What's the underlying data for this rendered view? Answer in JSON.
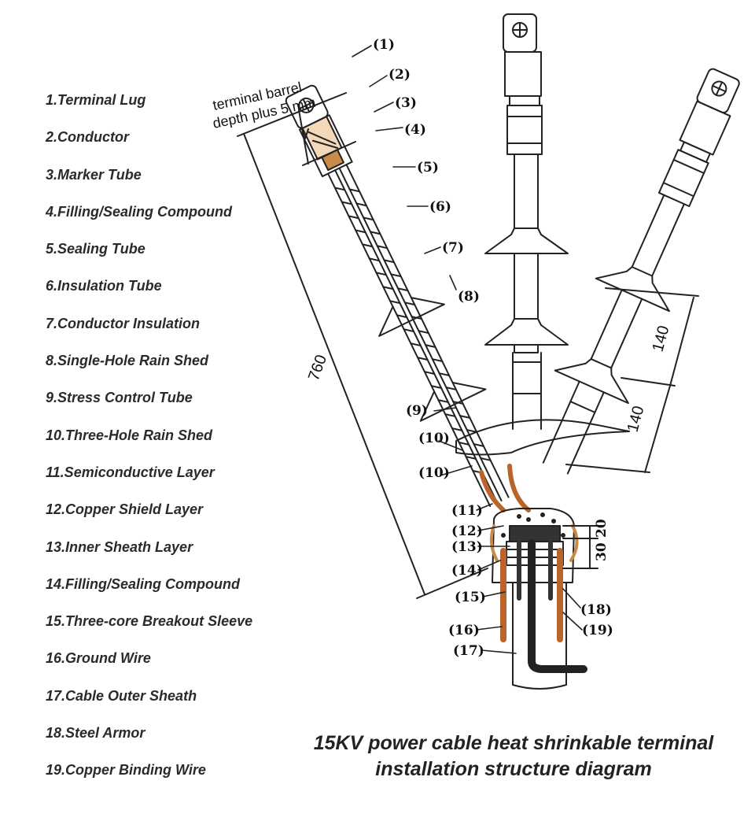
{
  "legend": [
    "1.Terminal Lug",
    "2.Conductor",
    "3.Marker Tube",
    "4.Filling/Sealing Compound",
    "5.Sealing Tube",
    "6.Insulation Tube",
    "7.Conductor Insulation",
    "8.Single-Hole Rain Shed",
    "9.Stress Control Tube",
    "10.Three-Hole Rain Shed",
    "11.Semiconductive Layer",
    "12.Copper Shield Layer",
    "13.Inner Sheath Layer",
    "14.Filling/Sealing Compound",
    "15.Three-core Breakout Sleeve",
    "16.Ground Wire",
    "17.Cable Outer Sheath",
    "18.Steel Armor",
    "19.Copper Binding Wire"
  ],
  "caption": {
    "line1": "15KV power cable heat shrinkable terminal",
    "line2": "installation structure diagram"
  },
  "annotations": {
    "barrel_line1": "terminal barrel",
    "barrel_line2": "depth plus 5 mm",
    "dim_760": "760",
    "dim_140_upper": "140",
    "dim_140_lower": "140",
    "dim_20": "20",
    "dim_30": "30"
  },
  "callouts": [
    "(1)",
    "(2)",
    "(3)",
    "(4)",
    "(5)",
    "(6)",
    "(7)",
    "(8)",
    "(9)",
    "(10)",
    "(10)",
    "(11)",
    "(12)",
    "(13)",
    "(14)",
    "(15)",
    "(16)",
    "(17)",
    "(18)",
    "(19)"
  ],
  "colors": {
    "line": "#222222",
    "copper": "#b8642a",
    "compound": "#c98a4a",
    "background": "#ffffff"
  }
}
